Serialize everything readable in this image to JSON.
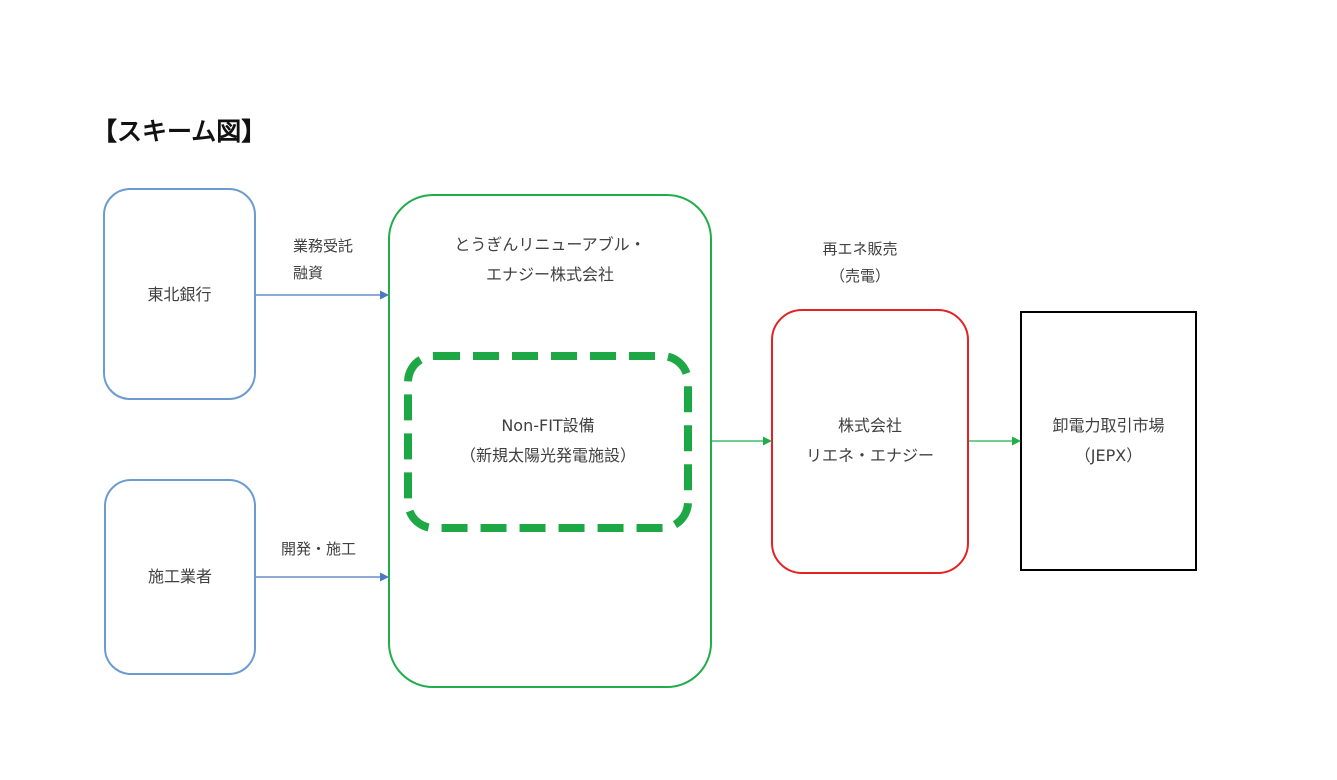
{
  "title": "【スキーム図】",
  "nodes": {
    "bank": {
      "label": "東北銀行",
      "color": "#6b9bd1"
    },
    "contractor": {
      "label": "施工業者",
      "color": "#6b9bd1"
    },
    "tougin": {
      "line1": "とうぎんリニューアブル・",
      "line2": "エナジー株式会社",
      "color": "#22ad4b"
    },
    "facility": {
      "line1": "Non-FIT設備",
      "line2": "（新規太陽光発電施設）",
      "color": "#1ea845"
    },
    "rienne": {
      "line1": "株式会社",
      "line2": "リエネ・エナジー",
      "color": "#e12323"
    },
    "jepx": {
      "line1": "卸電力取引市場",
      "line2": "（JEPX）",
      "color": "#000000"
    }
  },
  "edges": {
    "bank_to_tougin": {
      "line1": "業務受託",
      "line2": "融資",
      "color": "#4a78c2"
    },
    "contractor_to_tougin": {
      "label": "開発・施工",
      "color": "#4a78c2"
    },
    "tougin_to_rienne": {
      "line1": "再エネ販売",
      "line2": "（売電）",
      "color": "#22ad4b"
    },
    "rienne_to_jepx": {
      "color": "#22ad4b"
    }
  }
}
